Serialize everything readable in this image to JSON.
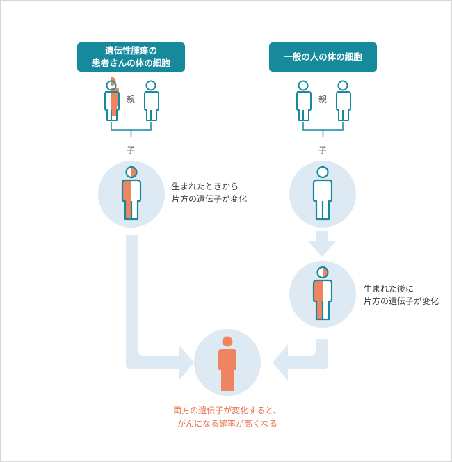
{
  "left_panel": {
    "title_line1": "遺伝性腫瘍の",
    "title_line2": "患者さんの体の細胞",
    "parent_label": "親",
    "child_label": "子",
    "note_line1": "生まれたときから",
    "note_line2": "片方の遺伝子が変化"
  },
  "right_panel": {
    "title": "一般の人の体の細胞",
    "parent_label": "親",
    "child_label": "子",
    "note_line1": "生まれた後に",
    "note_line2": "片方の遺伝子が変化"
  },
  "result": {
    "line1": "両方の遺伝子が変化すると、",
    "line2": "がんになる確率が高くなる"
  },
  "colors": {
    "teal": "#16899d",
    "orange": "#ee8560",
    "circle": "#deeaf3",
    "arrow": "#deeaf3",
    "bracket": "#16899d",
    "result_text": "#e8744a"
  }
}
